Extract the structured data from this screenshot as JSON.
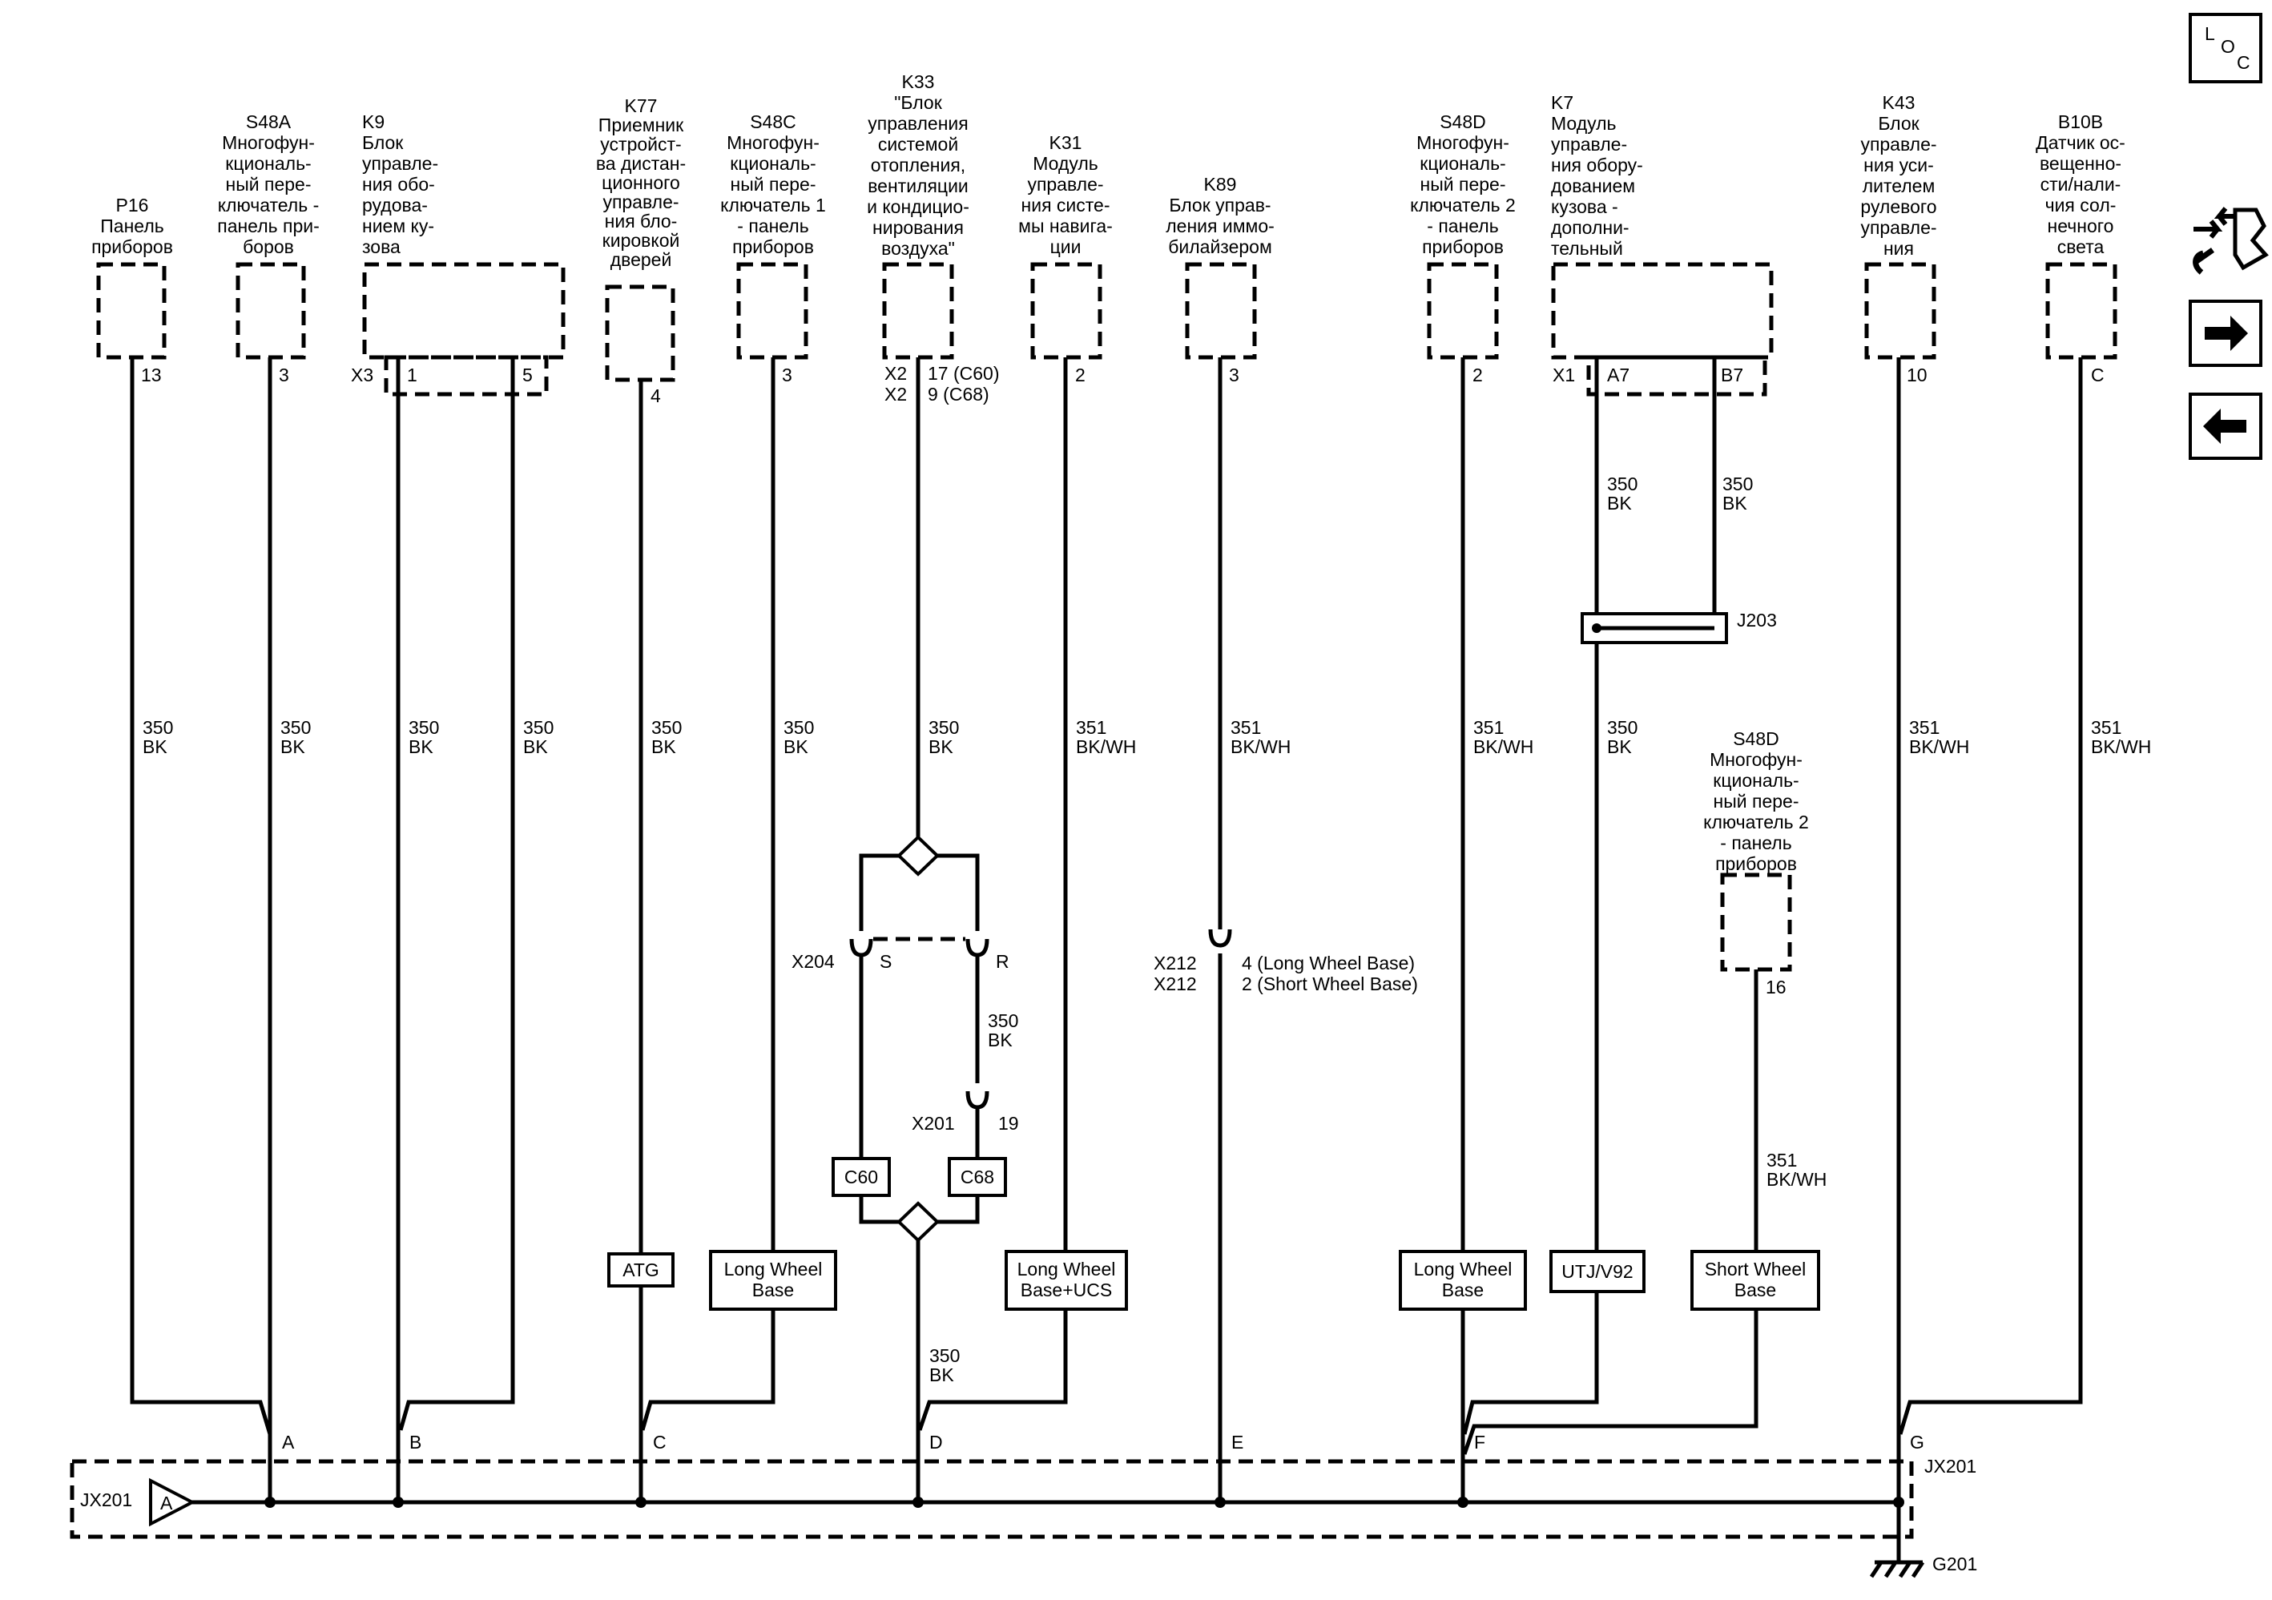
{
  "components": {
    "p16": {
      "ref": "P16",
      "name": [
        "Панель",
        "приборов"
      ],
      "pin": "13",
      "wire": [
        "350",
        "BK"
      ],
      "splice": "A"
    },
    "s48a": {
      "ref": "S48A",
      "name": [
        "Многофун-",
        "кциональ-",
        "ный пере-",
        "ключатель -",
        "панель при-",
        "боров"
      ],
      "pin": "3",
      "wire": [
        "350",
        "BK"
      ]
    },
    "k9": {
      "ref": "K9",
      "name": [
        "Блок",
        "управле-",
        "ния обо-",
        "рудова-",
        "нием ку-",
        "зова"
      ],
      "connector": "X3",
      "pins": [
        "1",
        "5"
      ],
      "wires": [
        [
          "350",
          "BK"
        ],
        [
          "350",
          "BK"
        ]
      ],
      "splice": "B"
    },
    "k77": {
      "ref": "K77",
      "name": [
        "Приемник",
        "устройст-",
        "ва дистан-",
        "ционного",
        "управле-",
        "ния бло-",
        "кировкой",
        "дверей"
      ],
      "pin": "4",
      "wire": [
        "350",
        "BK"
      ],
      "option": "ATG"
    },
    "s48c": {
      "ref": "S48C",
      "name": [
        "Многофун-",
        "кциональ-",
        "ный пере-",
        "ключатель 1",
        "- панель",
        "приборов"
      ],
      "pin": "3",
      "wire": [
        "350",
        "BK"
      ],
      "option": [
        "Long Wheel",
        "Base"
      ],
      "splice": "C"
    },
    "k33": {
      "ref": "K33",
      "name": [
        "\"Блок",
        "управления",
        "системой",
        "отопления,",
        "вентиляции",
        "и кондицио-",
        "нирования",
        "воздуха\""
      ],
      "connector_lines": [
        "X2",
        "X2"
      ],
      "pin_lines": [
        "17 (C60)",
        "9 (C68)"
      ],
      "wire": [
        "350",
        "BK"
      ],
      "inline_connector": "X204",
      "inline_pins": [
        "S",
        "R"
      ],
      "branch_wire": [
        "350",
        "BK"
      ],
      "inline_connector2": "X201",
      "inline_pin2": "19",
      "option_left": "C60",
      "option_right": "C68",
      "wire_lower": [
        "350",
        "BK"
      ],
      "splice": "D"
    },
    "k31": {
      "ref": "K31",
      "name": [
        "Модуль",
        "управле-",
        "ния систе-",
        "мы навига-",
        "ции"
      ],
      "pin": "2",
      "wire": [
        "351",
        "BK/WH"
      ],
      "option": [
        "Long Wheel",
        "Base+UCS"
      ]
    },
    "k89": {
      "ref": "K89",
      "name": [
        "Блок управ-",
        "ления иммо-",
        "билайзером"
      ],
      "pin": "3",
      "wire": [
        "351",
        "BK/WH"
      ],
      "inline_connector_lines": [
        "X212",
        "X212"
      ],
      "inline_pin_lines": [
        "4 (Long Wheel Base)",
        "2 (Short Wheel Base)"
      ],
      "splice": "E"
    },
    "s48d": {
      "ref": "S48D",
      "name": [
        "Многофун-",
        "кциональ-",
        "ный пере-",
        "ключатель 2",
        "- панель",
        "приборов"
      ],
      "pin": "2",
      "wire": [
        "351",
        "BK/WH"
      ],
      "option": [
        "Long Wheel",
        "Base"
      ],
      "splice": "F"
    },
    "k7": {
      "ref": "K7",
      "name": [
        "Модуль",
        "управле-",
        "ния обору-",
        "дованием",
        "кузова -",
        "дополни-",
        "тельный"
      ],
      "connector": "X1",
      "pins": [
        "A7",
        "B7"
      ],
      "wires": [
        [
          "350",
          "BK"
        ],
        [
          "350",
          "BK"
        ]
      ],
      "joint": "J203",
      "wire_lower": [
        "350",
        "BK"
      ],
      "option": "UTJ/V92"
    },
    "s48d_b": {
      "ref": "S48D",
      "name": [
        "Многофун-",
        "кциональ-",
        "ный пере-",
        "ключатель 2",
        "- панель",
        "приборов"
      ],
      "pin": "16",
      "wire": [
        "351",
        "BK/WH"
      ],
      "option": [
        "Short Wheel",
        "Base"
      ]
    },
    "k43": {
      "ref": "K43",
      "name": [
        "Блок",
        "управле-",
        "ния уси-",
        "лителем",
        "рулевого",
        "управле-",
        "ния"
      ],
      "pin": "10",
      "wire": [
        "351",
        "BK/WH"
      ],
      "splice": "G"
    },
    "b10b": {
      "ref": "B10B",
      "name": [
        "Датчик ос-",
        "вещенно-",
        "сти/нали-",
        "чия сол-",
        "нечного",
        "света"
      ],
      "pin": "C",
      "wire": [
        "351",
        "BK/WH"
      ]
    }
  },
  "splice_pack": {
    "name": "JX201",
    "arrow_label": "A",
    "right_label": "JX201",
    "ground": "G201"
  },
  "nav": {
    "loc_letters": [
      "L",
      "O",
      "C"
    ],
    "icons": [
      "connector-wrench-icon",
      "arrow-right-icon",
      "arrow-left-icon"
    ]
  },
  "colors": {
    "line": "#000000",
    "background": "#ffffff"
  }
}
